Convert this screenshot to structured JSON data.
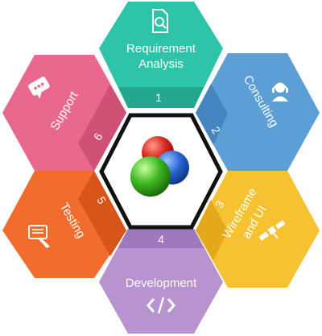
{
  "segments": [
    {
      "number": "1",
      "lines": [
        "Requirement",
        "Analysis"
      ],
      "icon": "document-search-icon",
      "color": "#2ec4a9",
      "band": "#23a88f"
    },
    {
      "number": "2",
      "lines": [
        "Consulting"
      ],
      "icon": "consultant-headset-icon",
      "color": "#5b9fd6",
      "band": "#4586c0"
    },
    {
      "number": "3",
      "lines": [
        "Wireframe",
        "and UI"
      ],
      "icon": "satellite-icon",
      "color": "#f6c232",
      "band": "#e4a91b"
    },
    {
      "number": "4",
      "lines": [
        "Development"
      ],
      "icon": "code-brackets-icon",
      "color": "#b793cf",
      "band": "#9e78bb"
    },
    {
      "number": "5",
      "lines": [
        "Testing"
      ],
      "icon": "testing-screen-icon",
      "color": "#f26d2d",
      "band": "#d8551a"
    },
    {
      "number": "6",
      "lines": [
        "Support"
      ],
      "icon": "support-chat-icon",
      "color": "#e9688d",
      "band": "#cf5176"
    }
  ],
  "center": {
    "icon": "colored-spheres-icon",
    "border_color": "#111111"
  }
}
